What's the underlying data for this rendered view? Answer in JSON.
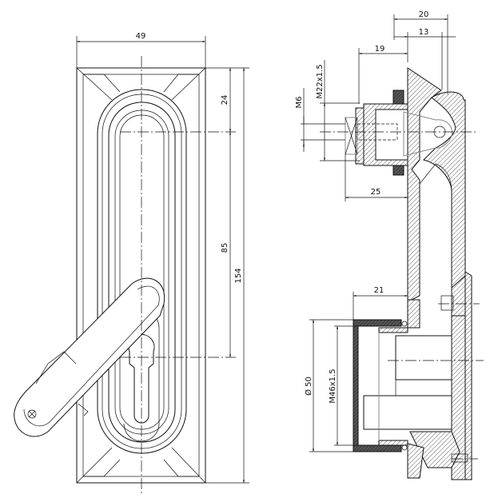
{
  "drawing": {
    "front_view": {
      "dim_width": "49",
      "dim_top_to_center": "24",
      "dim_center_to_center": "85",
      "dim_height": "154"
    },
    "section_view": {
      "dim_20": "20",
      "dim_13": "13",
      "dim_19": "19",
      "dim_m6": "M6",
      "dim_m22": "M22x1.5",
      "dim_25": "25",
      "dim_21": "21",
      "dim_dia50": "Ø 50",
      "dim_m46": "M46x1.5"
    }
  }
}
